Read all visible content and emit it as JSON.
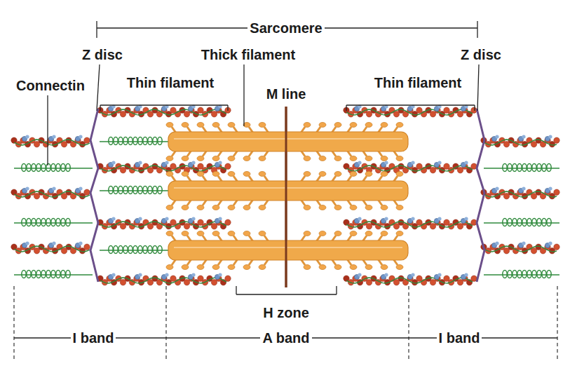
{
  "diagram": {
    "labels": [
      "Sarcomere",
      "Z disc",
      "Thick filament",
      "Z disc",
      "Connectin",
      "Thin filament",
      "M line",
      "Thin filament",
      "H zone",
      "I band",
      "A band",
      "I band"
    ]
  }
}
